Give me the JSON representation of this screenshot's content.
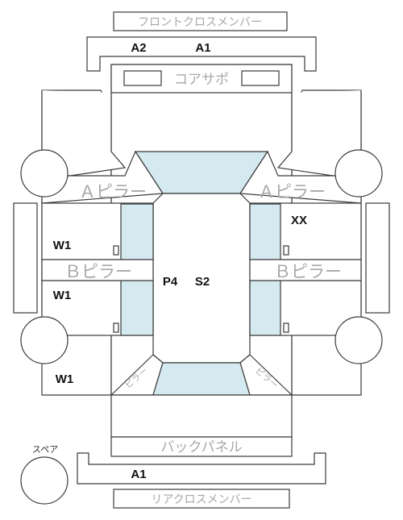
{
  "parts": {
    "front_cross_member": "フロントクロスメンバー",
    "core_support": "コアサポ",
    "a_pillar": "Ａピラー",
    "b_pillar": "Ｂピラー",
    "back_panel": "バックパネル",
    "rear_cross_member": "リアクロスメンバー",
    "spare": "スペア"
  },
  "codes": {
    "front_cross_a2": "A2",
    "front_cross_a1": "A1",
    "right_a_pillar": "XX",
    "left_front_door": "W1",
    "left_rear_door": "W1",
    "left_rear_quarter": "W1",
    "center_p": "P4",
    "center_s": "S2",
    "rear_cross_a1": "A1"
  },
  "colors": {
    "glass": "#d5e9f0",
    "outline": "#3a3a3a",
    "part_label": "#a8a8a8",
    "code": "#111111"
  }
}
